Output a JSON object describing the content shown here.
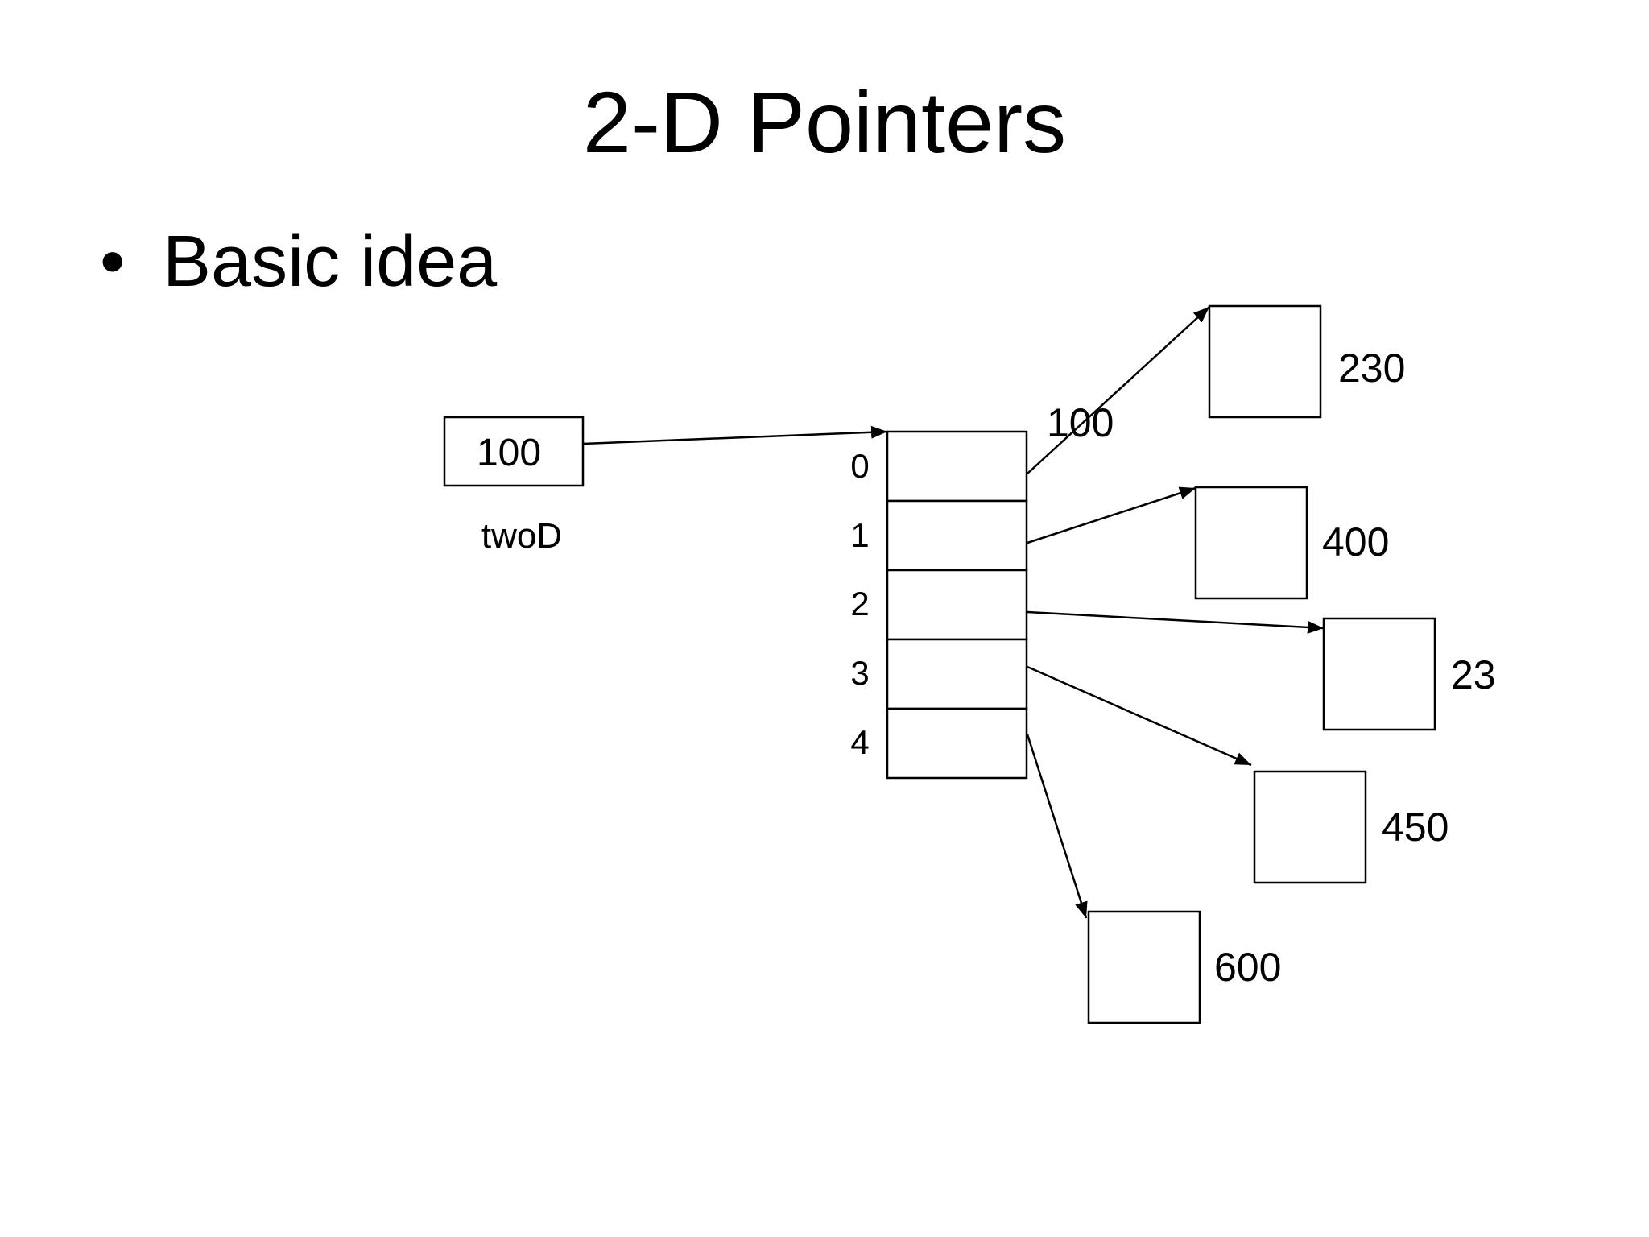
{
  "slide": {
    "title": "2-D Pointers",
    "bullet": "Basic idea"
  },
  "pointer": {
    "value": "100",
    "name": "twoD"
  },
  "array": {
    "address_label": "100",
    "indices": [
      "0",
      "1",
      "2",
      "3",
      "4"
    ]
  },
  "targets": [
    "230",
    "400",
    "23",
    "450",
    "600"
  ]
}
